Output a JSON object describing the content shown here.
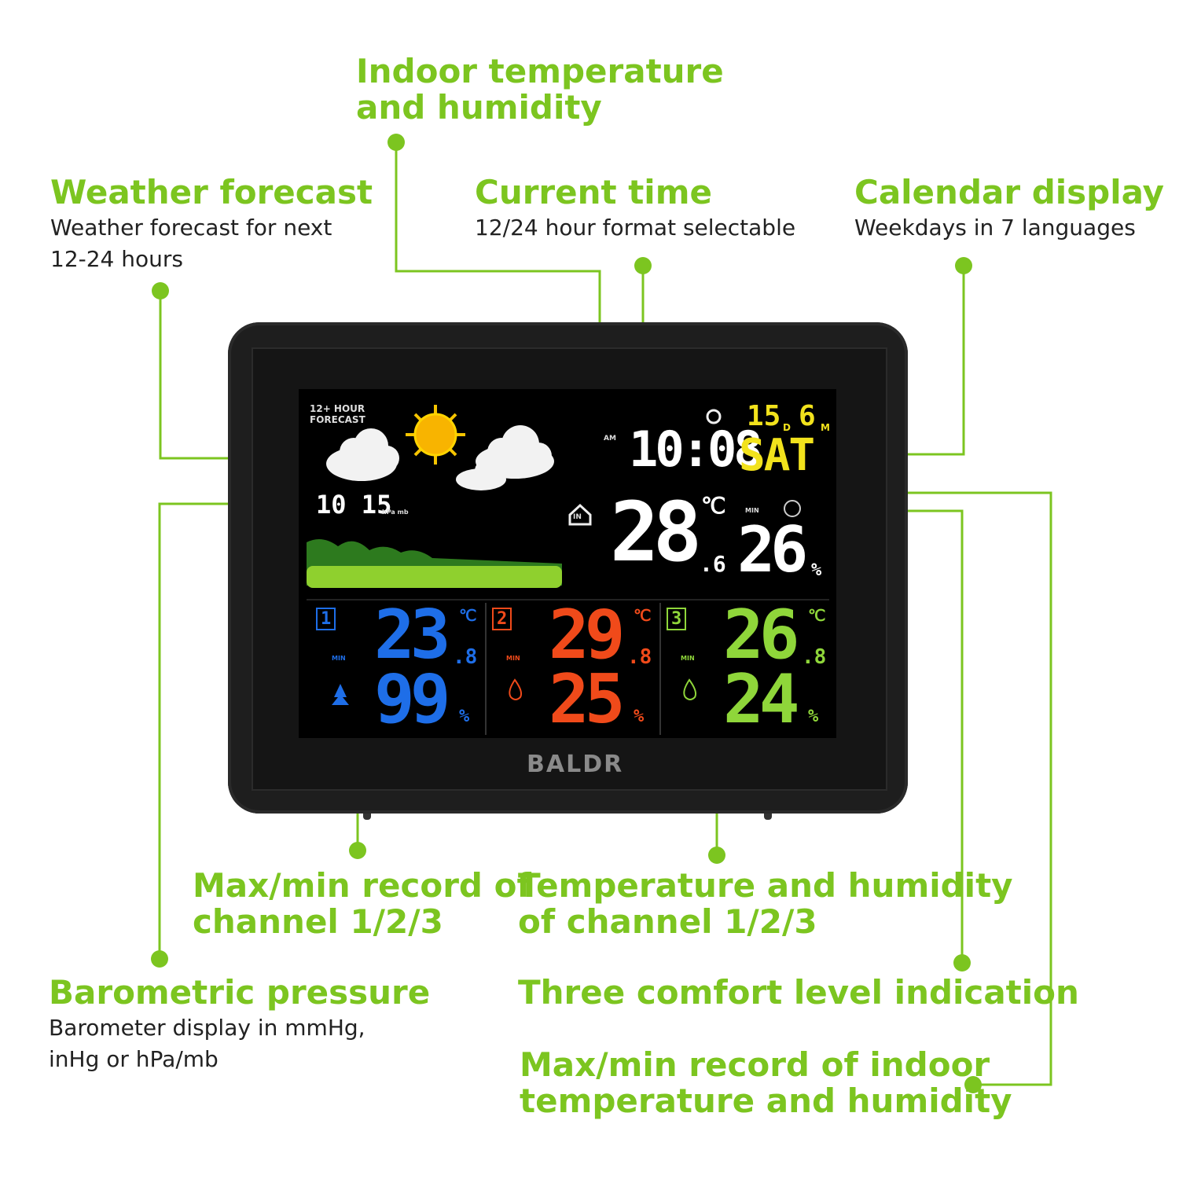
{
  "callouts": {
    "indoor": {
      "title": "Indoor temperature\nand humidity"
    },
    "forecast": {
      "title": "Weather forecast",
      "desc": "Weather forecast for next\n12-24 hours"
    },
    "time": {
      "title": "Current time",
      "desc": "12/24 hour format selectable"
    },
    "calendar": {
      "title": "Calendar display",
      "desc": "Weekdays in 7 languages"
    },
    "maxmin_channel": {
      "title": "Max/min record of\nchannel 1/2/3"
    },
    "channel_th": {
      "title": "Temperature and humidity\nof channel 1/2/3"
    },
    "barometric": {
      "title": "Barometric pressure",
      "desc": "Barometer display in mmHg,\ninHg or hPa/mb"
    },
    "comfort": {
      "title": "Three comfort level indication"
    },
    "maxmin_indoor": {
      "title": "Max/min record of indoor\ntemperature and humidity"
    }
  },
  "display": {
    "forecast_label": "12+ HOUR\nFORECAST",
    "pressure": "10 15",
    "pressure_unit": "hPa mb",
    "am": "AM",
    "time": "10:08",
    "date_day": "15",
    "date_day_unit": "D",
    "date_month": "6",
    "date_month_unit": "M",
    "weekday": "SAT",
    "indoor_temp": "28",
    "indoor_temp_dec": ".6",
    "indoor_unit": "℃",
    "indoor_min": "MIN",
    "indoor_humidity": "26",
    "percent": "%",
    "in_label": "IN",
    "channels": [
      {
        "num": "1",
        "temp": "23",
        "dec": ".8",
        "humidity": "99",
        "min": "MIN",
        "unit": "℃",
        "percent": "%"
      },
      {
        "num": "2",
        "temp": "29",
        "dec": ".8",
        "humidity": "25",
        "min": "MIN",
        "unit": "℃",
        "percent": "%"
      },
      {
        "num": "3",
        "temp": "26",
        "dec": ".8",
        "humidity": "24",
        "min": "MIN",
        "unit": "℃",
        "percent": "%"
      }
    ],
    "brand": "BALDR"
  },
  "colors": {
    "accent": "#7cc520",
    "ch1": "#1e6ee8",
    "ch2": "#f04a1a",
    "ch3": "#8fd63a",
    "date": "#f2e21c"
  }
}
